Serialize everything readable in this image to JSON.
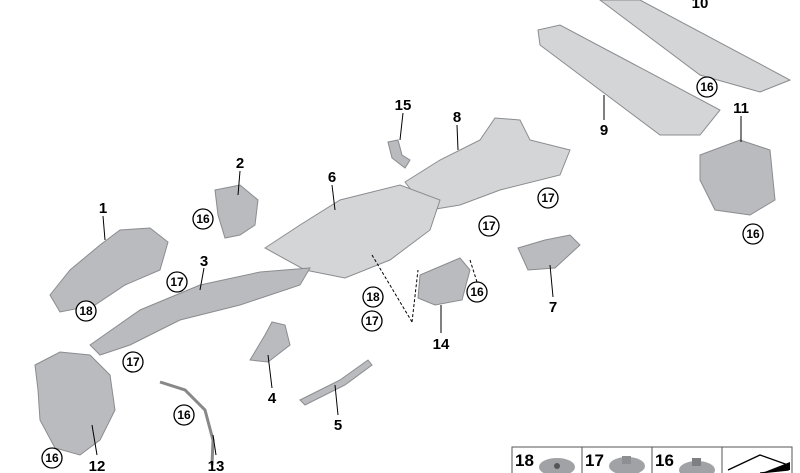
{
  "parts": [
    {
      "n": "1"
    },
    {
      "n": "2"
    },
    {
      "n": "3"
    },
    {
      "n": "4"
    },
    {
      "n": "5"
    },
    {
      "n": "6"
    },
    {
      "n": "7"
    },
    {
      "n": "8"
    },
    {
      "n": "9"
    },
    {
      "n": "10"
    },
    {
      "n": "11"
    },
    {
      "n": "12"
    },
    {
      "n": "13"
    },
    {
      "n": "14"
    },
    {
      "n": "15"
    }
  ],
  "callouts": {
    "c16": "16",
    "c17": "17",
    "c18": "18"
  },
  "legend": [
    {
      "n": "18"
    },
    {
      "n": "17"
    },
    {
      "n": "16"
    }
  ],
  "colors": {
    "part": "#b9bbbe",
    "outline": "#8a8c8f"
  }
}
